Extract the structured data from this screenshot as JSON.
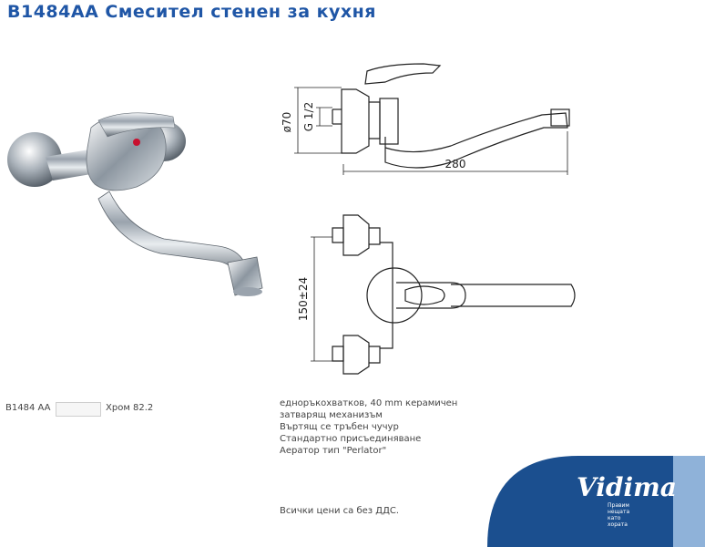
{
  "header": {
    "title": "B1484AA  Смесител стенен за кухня"
  },
  "drawing": {
    "diameter_label": "ø70",
    "thread_label": "G 1/2",
    "length_label": "280",
    "distance_label": "150±24"
  },
  "product": {
    "code": "B1484 AA",
    "finish": "Хром",
    "price": "82.2"
  },
  "description": {
    "lines": [
      "еднoръкохватков, 40 mm керамичен",
      "затварящ механизъм",
      "Въртящ се тръбен чучур",
      "Стандартно присъединяване",
      "Аератор тип \"Perlator\""
    ]
  },
  "footer": {
    "price_note": "Всички цени са без ДДС."
  },
  "brand": {
    "name": "Vidima",
    "tagline": [
      "Правим",
      "нещата",
      "като",
      "хората"
    ],
    "colors": {
      "dark_blue": "#1b4f8f",
      "light_blue": "#8fb2d9",
      "title_blue": "#1f56a6"
    }
  }
}
